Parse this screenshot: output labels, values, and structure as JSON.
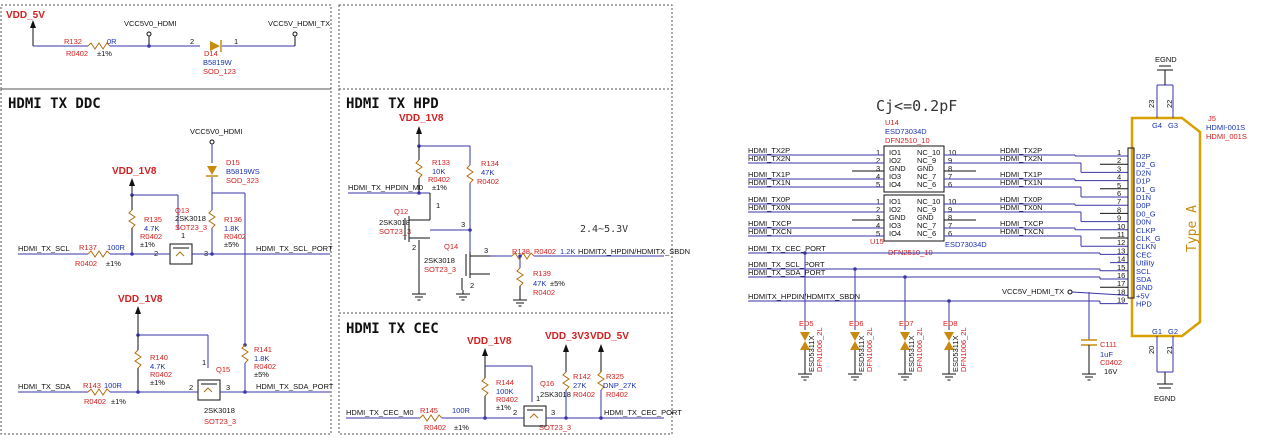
{
  "sections": {
    "ddc": "HDMI TX DDC",
    "hpd": "HDMI TX HPD",
    "cec": "HDMI TX CEC"
  },
  "power": {
    "vdd5v": "VDD_5V",
    "vdd1v8": "VDD_1V8",
    "vdd3v3": "VDD_3V3",
    "vcc5v0_hdmi": "VCC5V0_HDMI",
    "vcc5v_hdmi_tx": "VCC5V_HDMI_TX",
    "egnd": "EGND"
  },
  "notes": {
    "cj": "Cj<=0.2pF",
    "voltage": "2.4~5.3V",
    "typea": "Type A"
  },
  "components": {
    "r132": {
      "ref": "R132",
      "val": "0R",
      "pkg": "R0402",
      "tol": "±1%"
    },
    "d14": {
      "ref": "D14",
      "val": "B5819W",
      "pkg": "SOD_123",
      "pin2": "2",
      "pin1": "1"
    },
    "d15": {
      "ref": "D15",
      "val": "B5819WS",
      "pkg": "SOD_323"
    },
    "r135": {
      "ref": "R135",
      "val": "4.7K",
      "pkg": "R0402",
      "tol": "±1%"
    },
    "q13": {
      "ref": "Q13",
      "val": "2SK3018",
      "pkg": "SOT23_3"
    },
    "r136": {
      "ref": "R136",
      "val": "1.8K",
      "pkg": "R0402",
      "tol": "±5%"
    },
    "r137": {
      "ref": "R137",
      "val": "100R",
      "pkg": "R0402",
      "tol": "±1%"
    },
    "r140": {
      "ref": "R140",
      "val": "4.7K",
      "pkg": "R0402",
      "tol": "±1%"
    },
    "q15": {
      "ref": "Q15",
      "val": "2SK3018",
      "pkg": "SOT23_3"
    },
    "r141": {
      "ref": "R141",
      "val": "1.8K",
      "pkg": "R0402",
      "tol": "±5%"
    },
    "r143": {
      "ref": "R143",
      "val": "100R",
      "pkg": "R0402",
      "tol": "±1%"
    },
    "r133": {
      "ref": "R133",
      "val": "10K",
      "pkg": "R0402",
      "tol": "±1%"
    },
    "r134": {
      "ref": "R134",
      "val": "47K",
      "pkg": "R0402"
    },
    "q12": {
      "ref": "Q12",
      "val": "2SK3018",
      "pkg": "SOT23_3"
    },
    "q14": {
      "ref": "Q14",
      "val": "2SK3018",
      "pkg": "SOT23_3"
    },
    "r138": {
      "ref": "R138",
      "val": "R0402",
      "val2": "1.2K"
    },
    "r139": {
      "ref": "R139",
      "val": "47K",
      "pkg": "R0402",
      "tol": "±5%"
    },
    "r144": {
      "ref": "R144",
      "val": "100K",
      "pkg": "R0402",
      "tol": "±1%"
    },
    "q16": {
      "ref": "Q16",
      "val": "2SK3018",
      "pkg": "SOT23_3"
    },
    "r142": {
      "ref": "R142",
      "val": "27K",
      "pkg": "R0402"
    },
    "r325": {
      "ref": "R325",
      "val": "DNP_27K",
      "pkg": "R0402"
    },
    "r145": {
      "ref": "R145",
      "val": "100R",
      "pkg": "R0402",
      "tol": "±1%"
    },
    "u14": {
      "ref": "U14",
      "val": "ESD73034D",
      "pkg": "DFN2510_10"
    },
    "u15": {
      "ref": "U15",
      "val": "ESD73034D",
      "pkg": "DFN2510_10"
    },
    "j5": {
      "ref": "J5",
      "val": "HDMI-001S",
      "val2": "HDMI_001S"
    },
    "c111": {
      "ref": "C111",
      "val": "1uF",
      "pkg": "C0402",
      "volt": "16V"
    },
    "ed5": {
      "ref": "ED5",
      "val": "ESD5311X",
      "pkg": "DFN1006_2L"
    },
    "ed6": {
      "ref": "ED6",
      "val": "ESD5311X",
      "pkg": "DFN1006_2L"
    },
    "ed7": {
      "ref": "ED7",
      "val": "ESD5311X",
      "pkg": "DFN1006_2L"
    },
    "ed8": {
      "ref": "ED8",
      "val": "ESD5311X",
      "pkg": "DFN1006_2L"
    }
  },
  "nets": {
    "scl": "HDMI_TX_SCL",
    "scl_port": "HDMI_TX_SCL_PORT",
    "sda": "HDMI_TX_SDA",
    "sda_port": "HDMI_TX_SDA_PORT",
    "hpdin_m0": "HDMI_TX_HPDIN_M0",
    "hpdin_sbdn": "HDMITX_HPDIN/HDMITX_SBDN",
    "cec_m0": "HDMI_TX_CEC_M0",
    "cec_port": "HDMI_TX_CEC_PORT",
    "tx2p": "HDMI_TX2P",
    "tx2n": "HDMI_TX2N",
    "tx1p": "HDMI_TX1P",
    "tx1n": "HDMI_TX1N",
    "tx0p": "HDMI_TX0P",
    "tx0n": "HDMI_TX0N",
    "txcp": "HDMI_TXCP",
    "txcn": "HDMI_TXCN"
  },
  "esd_pins": {
    "left": [
      "IO1",
      "IO2",
      "GND",
      "IO3",
      "IO4"
    ],
    "right": [
      "NC_10",
      "NC_9",
      "GND",
      "NC_7",
      "NC_6"
    ],
    "left_nums": [
      "1",
      "2",
      "3",
      "4",
      "5"
    ],
    "right_nums": [
      "10",
      "9",
      "8",
      "7",
      "6"
    ]
  },
  "connector_pins": {
    "names": [
      "D2P",
      "D2_G",
      "D2N",
      "D1P",
      "D1_G",
      "D1N",
      "D0P",
      "D0_G",
      "D0N",
      "CLKP",
      "CLK_G",
      "CLKN",
      "CEC",
      "Utility",
      "SCL",
      "SDA",
      "GND",
      "+5V",
      "HPD"
    ],
    "nums": [
      "1",
      "2",
      "3",
      "4",
      "5",
      "6",
      "7",
      "8",
      "9",
      "10",
      "11",
      "12",
      "13",
      "14",
      "15",
      "16",
      "17",
      "18",
      "19"
    ],
    "top": [
      "G4",
      "G3"
    ],
    "top_nums": [
      "23",
      "22"
    ],
    "bottom": [
      "G1",
      "G2"
    ],
    "bottom_nums": [
      "20",
      "21"
    ]
  },
  "pin_nums": {
    "p1": "1",
    "p2": "2",
    "p3": "3"
  }
}
